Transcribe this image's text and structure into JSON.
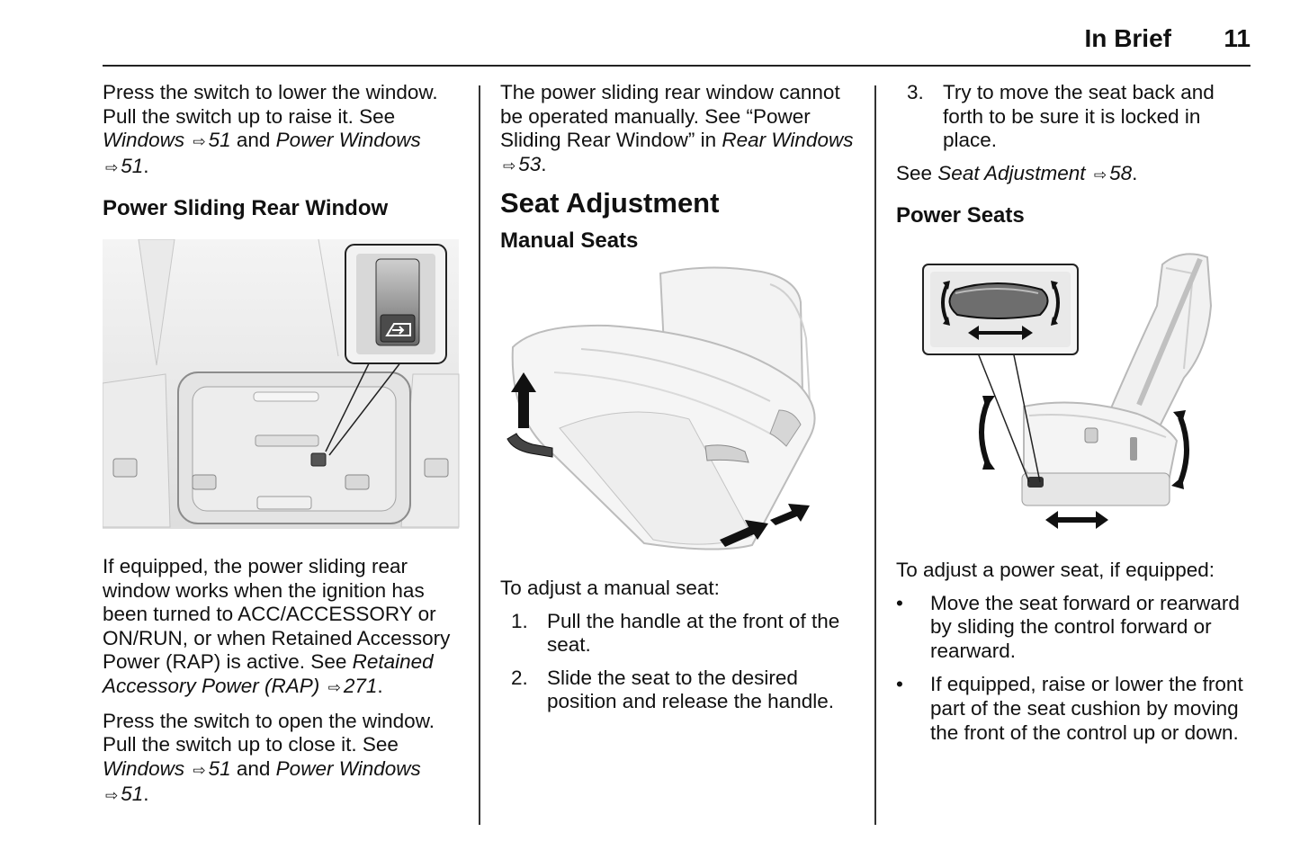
{
  "header": {
    "section": "In Brief",
    "page": "11"
  },
  "col1": {
    "p1": {
      "a": "Press the switch to lower the window. Pull the switch up to raise it. See ",
      "r1": "Windows",
      "r1page": "51",
      "and": " and ",
      "r2": "Power Windows",
      "r2page": "51",
      "end": "."
    },
    "heading": "Power Sliding Rear Window",
    "p2": {
      "a": "If equipped, the power sliding rear window works when the ignition has been turned to ACC/ACCESSORY or ON/RUN, or when Retained Accessory Power (RAP) is active. See ",
      "r1": "Retained Accessory Power (RAP)",
      "r1page": "271",
      "end": "."
    },
    "p3": {
      "a": "Press the switch to open the window. Pull the switch up to close it. See ",
      "r1": "Windows",
      "r1page": "51",
      "and": " and ",
      "r2": "Power Windows",
      "r2page": "51",
      "end": "."
    }
  },
  "col2": {
    "p1": {
      "a": "The power sliding rear window cannot be operated manually. See “Power Sliding Rear Window” in ",
      "r1": "Rear Windows",
      "r1page": "53",
      "end": "."
    },
    "title": "Seat Adjustment",
    "subtitle": "Manual Seats",
    "intro": "To adjust a manual seat:",
    "steps": [
      {
        "num": "1.",
        "text": "Pull the handle at the front of the seat."
      },
      {
        "num": "2.",
        "text": "Slide the seat to the desired position and release the handle."
      }
    ]
  },
  "col3": {
    "step3": {
      "num": "3.",
      "text": "Try to move the seat back and forth to be sure it is locked in place."
    },
    "see": {
      "a": "See ",
      "r1": "Seat Adjustment",
      "r1page": "58",
      "end": "."
    },
    "heading": "Power Seats",
    "intro": "To adjust a power seat, if equipped:",
    "bullets": [
      "Move the seat forward or rearward by sliding the control forward or rearward.",
      "If equipped, raise or lower the front part of the seat cushion by moving the front of the control up or down."
    ]
  },
  "icons": {
    "xref": "⇨"
  }
}
